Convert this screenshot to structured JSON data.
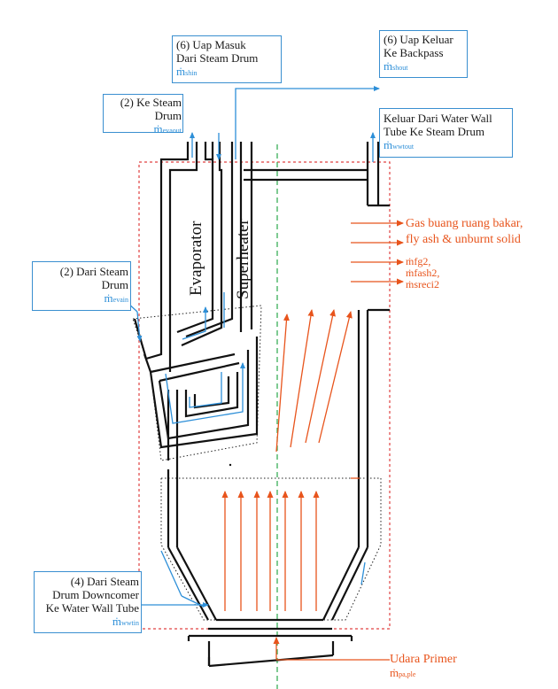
{
  "labels": {
    "ke_steam_drum": {
      "line1": "(2) Ke Steam",
      "line2": "Drum",
      "sym": "ṁ",
      "sub1": "eva",
      "sub2": "out"
    },
    "uap_masuk": {
      "line1": "(6) Uap Masuk",
      "line2": "Dari Steam Drum",
      "sym": "ṁ",
      "sub1": "sh",
      "sub2": "in"
    },
    "uap_keluar": {
      "line1": "(6) Uap Keluar",
      "line2": "Ke Backpass",
      "sym": "ṁ",
      "sub1": "sh",
      "sub2": "out"
    },
    "keluar_wwt": {
      "line1": "Keluar Dari Water Wall",
      "line2": "Tube Ke Steam Drum",
      "sym": "ṁ",
      "sub1": "wwt",
      "sub2": "out"
    },
    "dari_steam_drum": {
      "line1": "(2) Dari Steam",
      "line2": "Drum",
      "sym": "ṁ",
      "sub1": "eva",
      "sub2": "in"
    },
    "downcomer": {
      "line1": "(4) Dari Steam",
      "line2": "Drum Downcomer",
      "line3": "Ke Water Wall Tube",
      "sym": "ṁ",
      "sub1": "wwt",
      "sub2": "in"
    },
    "gas_buang": {
      "line1": "Gas buang ruang bakar,",
      "line2": "fly ash & unburnt solid",
      "m1": "ṁfg2,",
      "m2": "ṁfash2,",
      "m3": "ṁsreci2"
    },
    "udara_primer": {
      "line1": "Udara Primer",
      "sym": "ṁ",
      "sub": "pa,ple"
    },
    "evaporator": "Evaporator",
    "superheater": "Superheater"
  },
  "colors": {
    "blue": "#2d8fd8",
    "orange": "#e8541c",
    "red_dash": "#e04040",
    "green_dash": "#2aa84a",
    "wall": "#111111"
  }
}
